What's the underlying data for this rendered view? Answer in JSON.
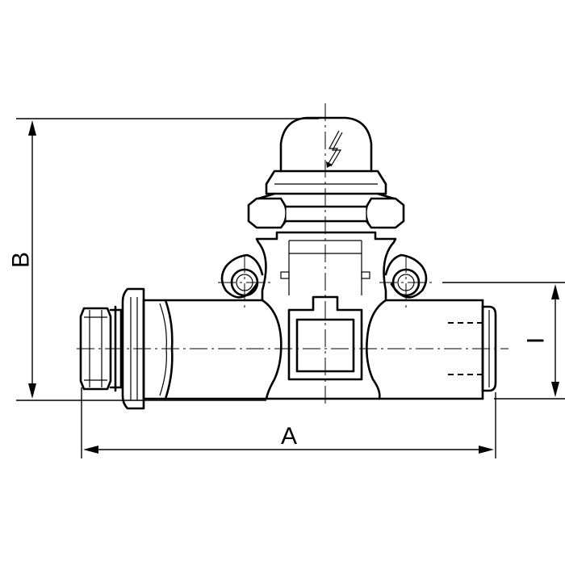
{
  "dimensions": {
    "a_label": "A",
    "b_label": "B",
    "i_label": "I"
  },
  "cap_symbol": "lightning-bolt"
}
